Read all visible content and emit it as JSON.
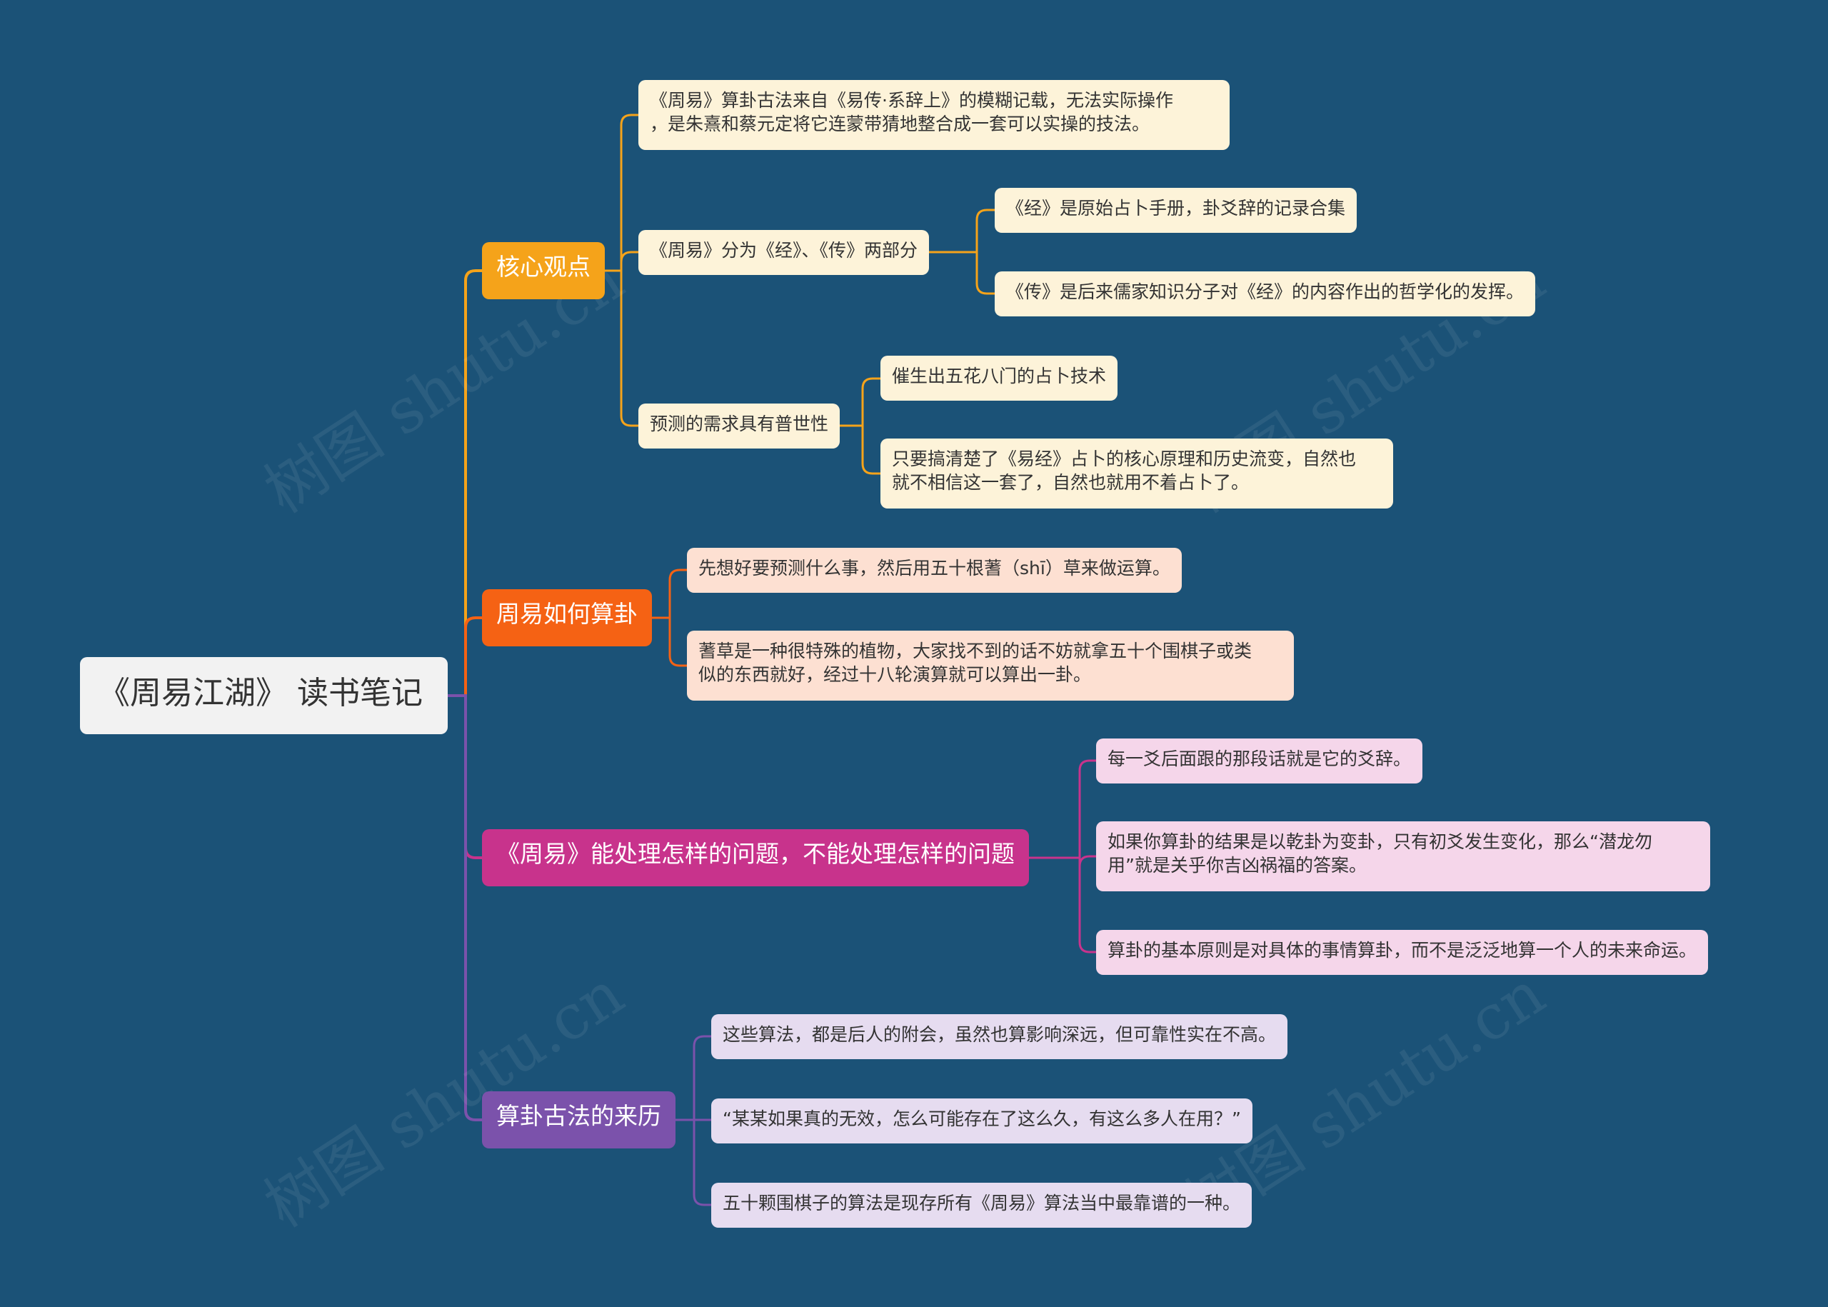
{
  "root": "《周易江湖》 读书笔记",
  "branches": [
    {
      "label": "核心观点",
      "color": "#f5a31a",
      "children": [
        {
          "text": [
            "《周易》算卦古法来自《易传·系辞上》的模糊记载，无法实际操作",
            "，是朱熹和蔡元定将它连蒙带猜地整合成一套可以实操的技法。"
          ]
        },
        {
          "text": [
            "《周易》分为《经》、《传》两部分"
          ],
          "children": [
            {
              "text": [
                "《经》是原始占卜手册，卦爻辞的记录合集"
              ]
            },
            {
              "text": [
                "《传》是后来儒家知识分子对《经》的内容作出的哲学化的发挥。"
              ]
            }
          ]
        },
        {
          "text": [
            "预测的需求具有普世性"
          ],
          "children": [
            {
              "text": [
                "催生出五花八门的占卜技术"
              ]
            },
            {
              "text": [
                "只要搞清楚了《易经》占卜的核心原理和历史流变，自然也",
                "就不相信这一套了，自然也就用不着占卜了。"
              ]
            }
          ]
        }
      ]
    },
    {
      "label": "周易如何算卦",
      "color": "#f56214",
      "children": [
        {
          "text": [
            "先想好要预测什么事，然后用五十根蓍（shī）草来做运算。"
          ]
        },
        {
          "text": [
            "蓍草是一种很特殊的植物，大家找不到的话不妨就拿五十个围棋子或类",
            "似的东西就好，经过十八轮演算就可以算出一卦。"
          ]
        }
      ]
    },
    {
      "label": "《周易》能处理怎样的问题，不能处理怎样的问题",
      "color": "#c8338c",
      "children": [
        {
          "text": [
            "每一爻后面跟的那段话就是它的爻辞。"
          ]
        },
        {
          "text": [
            "如果你算卦的结果是以乾卦为变卦，只有初爻发生变化，那么“潜龙勿",
            "用”就是关乎你吉凶祸福的答案。"
          ]
        },
        {
          "text": [
            "算卦的基本原则是对具体的事情算卦，而不是泛泛地算一个人的未来命运。"
          ]
        }
      ]
    },
    {
      "label": "算卦古法的来历",
      "color": "#7b52ab",
      "children": [
        {
          "text": [
            "这些算法，都是后人的附会，虽然也算影响深远，但可靠性实在不高。"
          ]
        },
        {
          "text": [
            "“某某如果真的无效，怎么可能存在了这么久，有这么多人在用？”"
          ]
        },
        {
          "text": [
            "五十颗围棋子的算法是现存所有《周易》算法当中最靠谱的一种。"
          ]
        }
      ]
    }
  ],
  "watermark": "树图 shutu.cn"
}
